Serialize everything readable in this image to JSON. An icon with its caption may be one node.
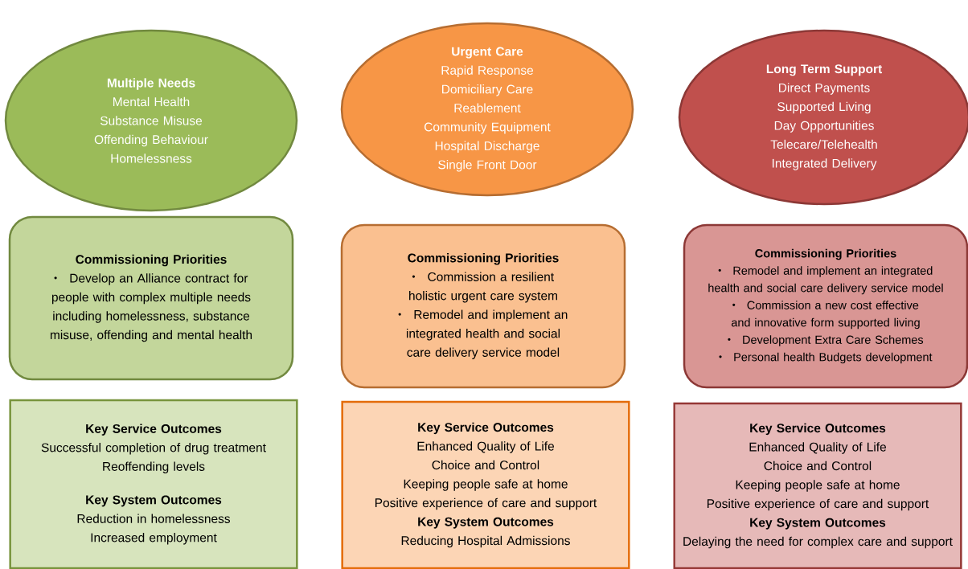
{
  "diagram": {
    "nodes": [
      {
        "text": [
          "Multiple Needs",
          "Mental Health",
          "Substance Misuse",
          "Offending Behaviour",
          "Homelessness"
        ]
      },
      {
        "text": [
          "Urgent Care",
          "Rapid Response",
          "Domiciliary Care",
          "Reablement",
          "Community Equipment",
          "Hospital Discharge",
          "Single Front Door"
        ]
      },
      {
        "text": [
          "Long Term Support",
          "Direct Payments",
          "Supported Living",
          "Day Opportunities",
          "Telecare/Telehealth",
          "Integrated Delivery"
        ]
      },
      {
        "text": [
          "Commissioning  Priorities",
          "Develop an Alliance contract for people with complex multiple needs including homelessness, substance misuse, offending and mental health"
        ]
      },
      {
        "text": [
          "Commissioning  Priorities",
          "Commission a resilient  holistic urgent care system",
          "Remodel and implement an integrated health and social care delivery service model"
        ]
      },
      {
        "text": [
          "Commissioning Priorities",
          "Remodel and implement an integrated health and social care delivery service model",
          "Commission a new cost effective and innovative form supported living",
          "Development Extra Care Schemes",
          "Personal health Budgets development"
        ]
      },
      {
        "text": [
          "Key Service Outcomes",
          "Successful completion of drug treatment",
          "Reoffending levels",
          "Key System Outcomes",
          "Reduction in homelessness",
          "Increased employment"
        ]
      },
      {
        "text": [
          "Key Service Outcomes",
          "Enhanced Quality of Life",
          "Choice and Control",
          "Keeping people safe at home",
          "Positive experience of care and support",
          "Key System Outcomes",
          "Reducing Hospital Admissions"
        ]
      },
      {
        "text": [
          "Key Service Outcomes",
          "Enhanced Quality of Life",
          "Choice and Control",
          "Keeping people safe at home",
          "Positive experience of care and support",
          "Key System Outcomes",
          "Delaying the need for complex care and support"
        ]
      }
    ]
  }
}
